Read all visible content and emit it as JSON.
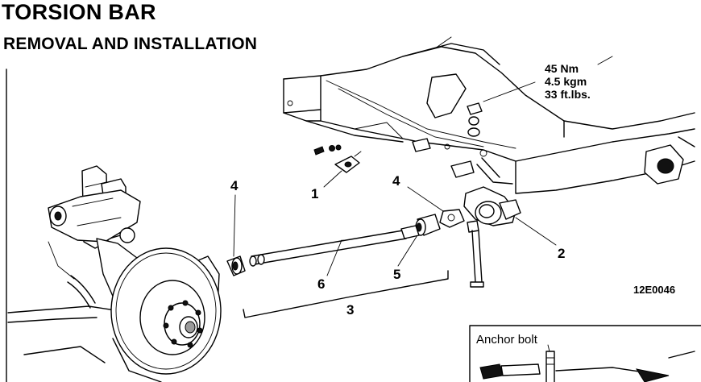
{
  "header": {
    "title": "TORSION BAR",
    "subtitle": "REMOVAL AND INSTALLATION"
  },
  "torque_spec": {
    "line1": "45 Nm",
    "line2": "4.5 kgm",
    "line3": "33 ft.lbs."
  },
  "callouts": {
    "c1": "1",
    "c2": "2",
    "c3": "3",
    "c4a": "4",
    "c4b": "4",
    "c5": "5",
    "c6": "6"
  },
  "figure_code": "12E0046",
  "inset": {
    "label": "Anchor bolt"
  }
}
